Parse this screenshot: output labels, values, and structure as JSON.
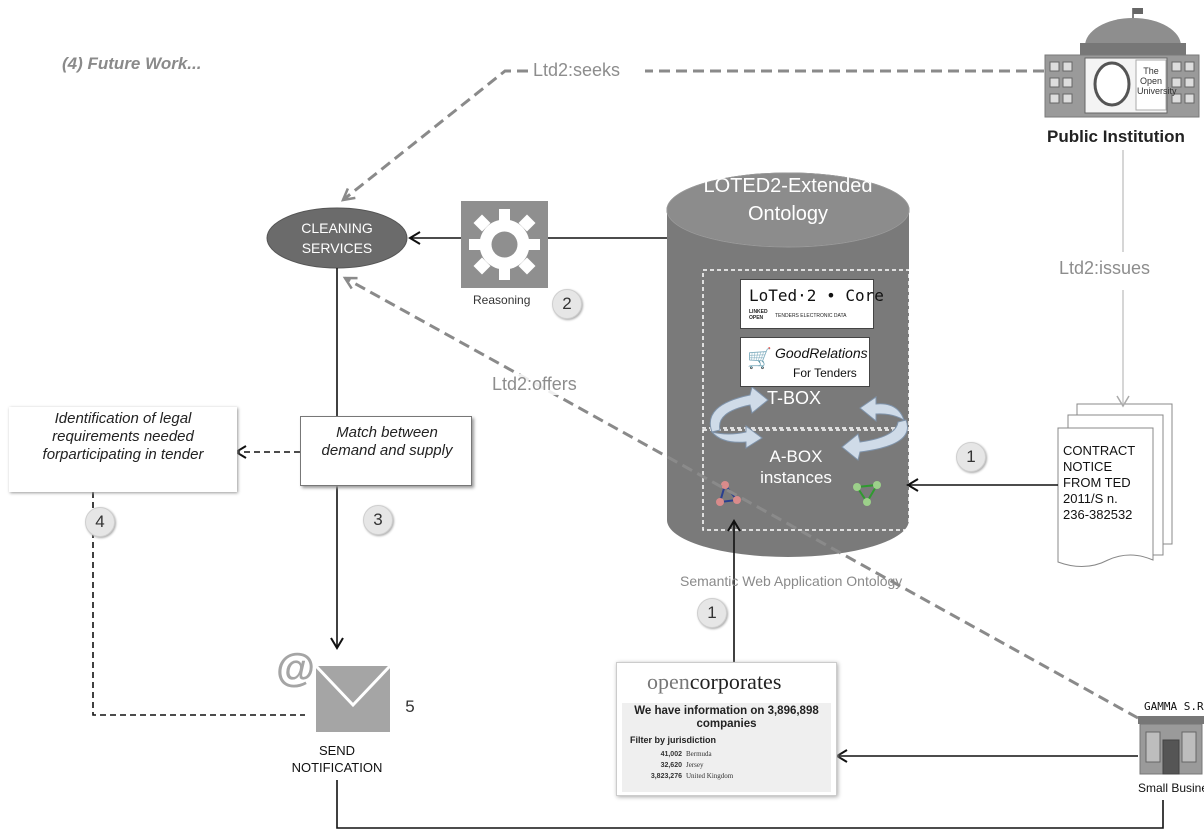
{
  "title": "(4) Future Work...",
  "public_institution": {
    "label": "Public Institution",
    "building_text_line1": "The Open",
    "building_text_line2": "University"
  },
  "edges": {
    "seeks": "Ltd2:seeks",
    "issues": "Ltd2:issues",
    "offers": "Ltd2:offers"
  },
  "cleaning_services": {
    "line1": "CLEANING",
    "line2": "SERVICES"
  },
  "reasoning": {
    "label": "Reasoning",
    "step": "2"
  },
  "ontology": {
    "title_line1": "LOTED2-Extended",
    "title_line2": "Ontology",
    "tbox": "T-BOX",
    "abox_line1": "A-BOX",
    "abox_line2": "instances",
    "caption": "Semantic Web Application Ontology",
    "loted_logo_main": "LoTed·2 • Core",
    "loted_logo_sub1": "LINKED",
    "loted_logo_sub2": "OPEN",
    "loted_logo_sub3": "TENDERS ELECTRONIC DATA",
    "goodrelations_main": "GoodRelations",
    "goodrelations_sub": "For Tenders"
  },
  "contract_notice": {
    "lines": [
      "CONTRACT",
      "NOTICE",
      "FROM TED",
      "2011/S n.",
      "236-382532"
    ],
    "step": "1"
  },
  "identification": {
    "text": "Identification of legal requirements needed forparticipating  in tender",
    "step": "4"
  },
  "match": {
    "text": "Match between demand and supply",
    "step": "3"
  },
  "send_notification": {
    "line1": "SEND",
    "line2": "NOTIFICATION",
    "step": "5",
    "at_symbol": "@"
  },
  "opencorporates": {
    "logo_light": "open",
    "logo_bold": "corporates",
    "headline": "We have information on 3,896,898 companies",
    "filter_title": "Filter by jurisdiction",
    "rows": [
      {
        "count": "41,002",
        "name": "Bermuda"
      },
      {
        "count": "32,620",
        "name": "Jersey"
      },
      {
        "count": "3,823,276",
        "name": "United Kingdom"
      }
    ],
    "step": "1"
  },
  "gamma": {
    "label": "GAMMA S.R.L.",
    "caption": "Small Business"
  },
  "colors": {
    "dark_gray": "#6b6b6b",
    "cylinder_body": "#7a7a7a",
    "cylinder_top": "#8c8c8c",
    "dashed_line": "#8a8a8a",
    "black_line": "#111111"
  }
}
